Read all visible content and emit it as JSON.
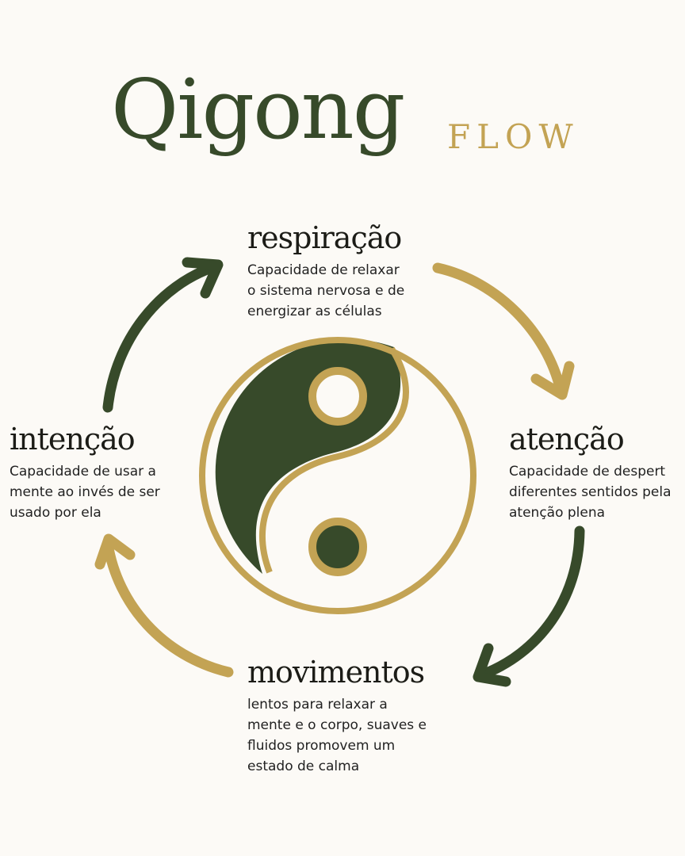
{
  "header": {
    "title": "Qigong",
    "subtitle": "FLOW"
  },
  "colors": {
    "green": "#374a2a",
    "gold": "#c3a354",
    "background": "#fcfaf6"
  },
  "nodes": {
    "top": {
      "title": "respiração",
      "description": "Capacidade de relaxar\no sistema nervosa e de\nenergizar as células"
    },
    "right": {
      "title": "atenção",
      "description": "Capacidade de despert\ndiferentes sentidos pela\natenção plena"
    },
    "bottom": {
      "title": "movimentos",
      "description": "lentos para relaxar a\nmente e o corpo, suaves e\nfluidos promovem um\nestado de calma"
    },
    "left": {
      "title": "intenção",
      "description": "Capacidade de usar a\nmente ao invés de ser\nusado por ela"
    }
  },
  "icons": {
    "center": "yin-yang-icon",
    "arrows": [
      "arrow-top-right-icon",
      "arrow-bottom-right-icon",
      "arrow-bottom-left-icon",
      "arrow-top-left-icon"
    ]
  }
}
